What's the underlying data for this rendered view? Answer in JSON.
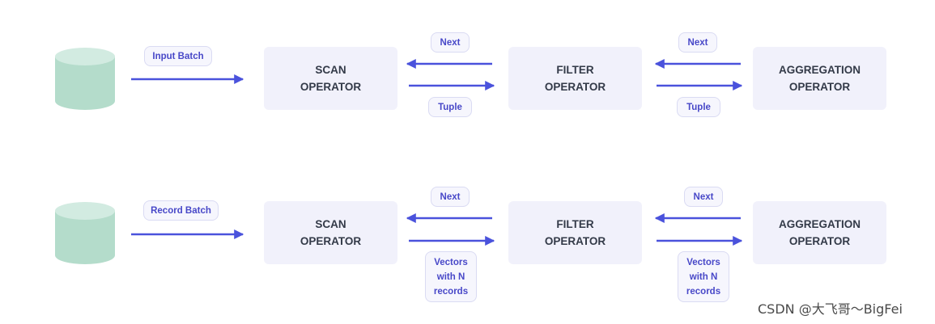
{
  "colors": {
    "cylinder": "#b4dccb",
    "cylinder_top": "#d2ebe1",
    "arrow": "#4a52dc",
    "box": "#f1f1fb",
    "label_text": "#4848c8"
  },
  "rows": [
    {
      "source_icon": "database-icon",
      "input_label": "Input Batch",
      "operators": [
        [
          "SCAN",
          "OPERATOR"
        ],
        [
          "FILTER",
          "OPERATOR"
        ],
        [
          "AGGREGATION",
          "OPERATOR"
        ]
      ],
      "next_labels": [
        "Next",
        "Next"
      ],
      "data_labels": [
        [
          "Tuple"
        ],
        [
          "Tuple"
        ]
      ]
    },
    {
      "source_icon": "database-icon",
      "input_label": "Record Batch",
      "operators": [
        [
          "SCAN",
          "OPERATOR"
        ],
        [
          "FILTER",
          "OPERATOR"
        ],
        [
          "AGGREGATION",
          "OPERATOR"
        ]
      ],
      "next_labels": [
        "Next",
        "Next"
      ],
      "data_labels": [
        [
          "Vectors",
          "with N",
          "records"
        ],
        [
          "Vectors",
          "with N",
          "records"
        ]
      ]
    }
  ],
  "watermark": "CSDN @大飞哥～BigFei"
}
